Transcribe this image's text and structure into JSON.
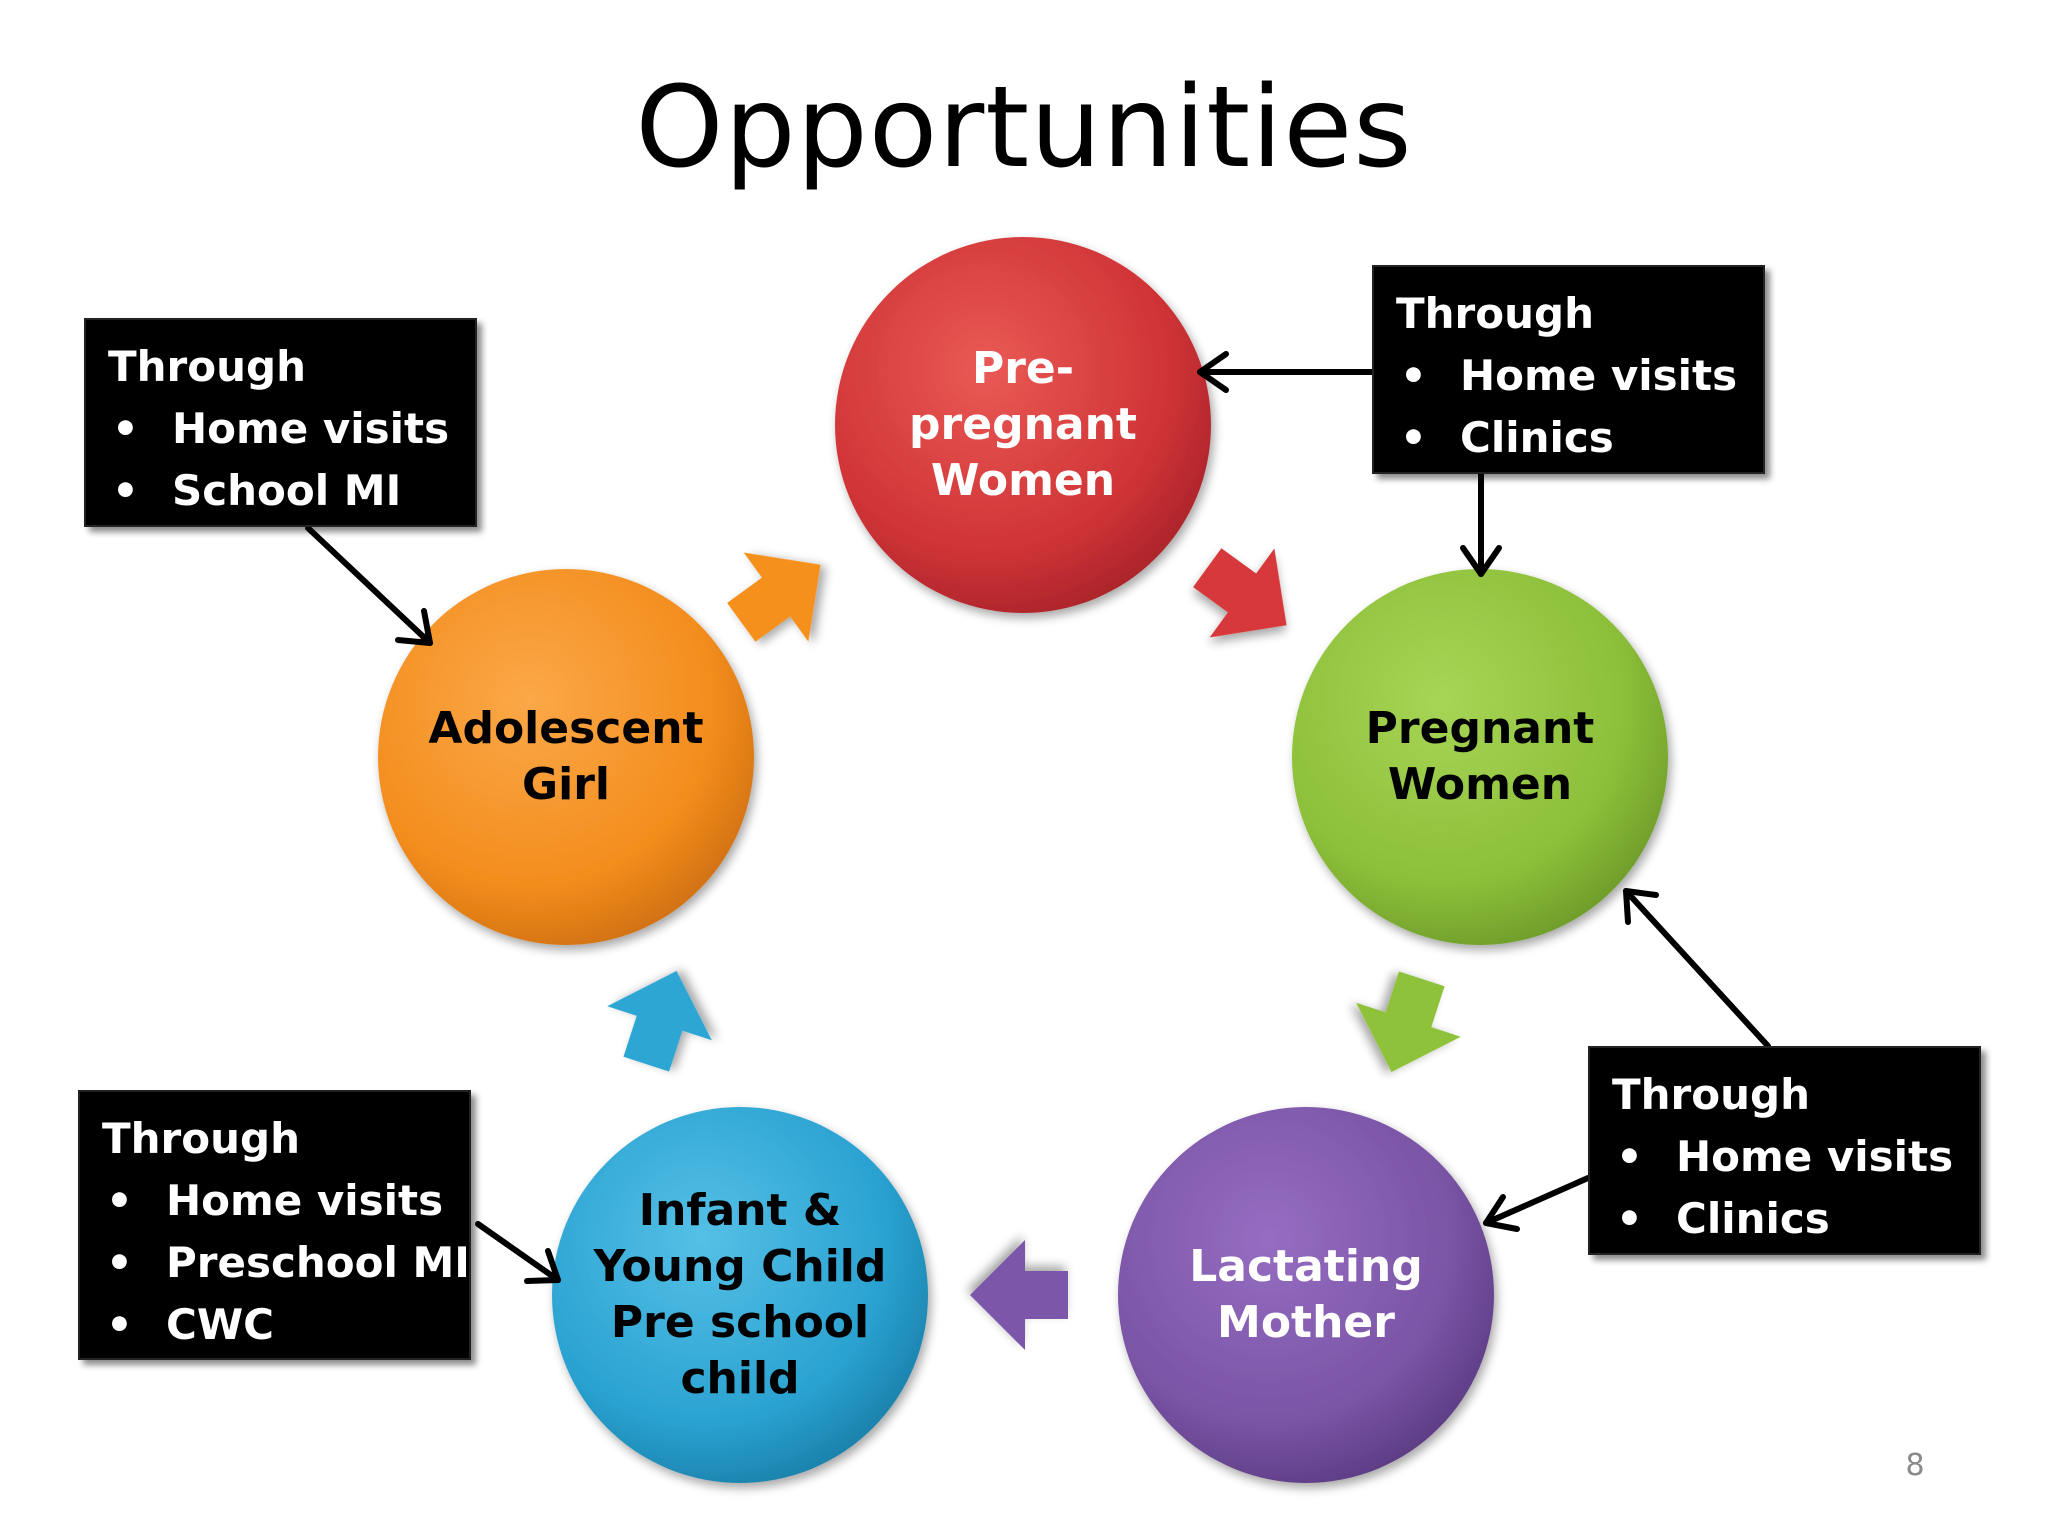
{
  "title": "Opportunities",
  "slide_number": "8",
  "nodes": [
    {
      "id": "pre-pregnant",
      "lines": [
        "Pre-",
        "pregnant",
        "Women"
      ],
      "color": "#d7373a",
      "text_color": "#ffffff"
    },
    {
      "id": "pregnant",
      "lines": [
        "Pregnant",
        "Women"
      ],
      "color": "#8fc23b",
      "text_color": "#000000"
    },
    {
      "id": "lactating",
      "lines": [
        "Lactating",
        "Mother"
      ],
      "color": "#7c56a8",
      "text_color": "#ffffff"
    },
    {
      "id": "infant",
      "lines": [
        "Infant &",
        "Young Child",
        "Pre school",
        "child"
      ],
      "color": "#2ea6d4",
      "text_color": "#000000"
    },
    {
      "id": "adolescent",
      "lines": [
        "Adolescent",
        "Girl"
      ],
      "color": "#f5901f",
      "text_color": "#000000"
    }
  ],
  "channels": [
    {
      "id": "adolescent",
      "heading": "Through",
      "bullet": "•",
      "items": [
        "Home visits",
        "School MI"
      ]
    },
    {
      "id": "pre-pregnant",
      "heading": "Through",
      "bullet": "•",
      "items": [
        "Home visits",
        "Clinics"
      ]
    },
    {
      "id": "lactating",
      "heading": "Through",
      "bullet": "•",
      "items": [
        "Home visits",
        "Clinics"
      ]
    },
    {
      "id": "infant",
      "heading": "Through",
      "bullet": "•",
      "items": [
        "Home visits",
        "Preschool MI",
        "CWC"
      ]
    }
  ]
}
